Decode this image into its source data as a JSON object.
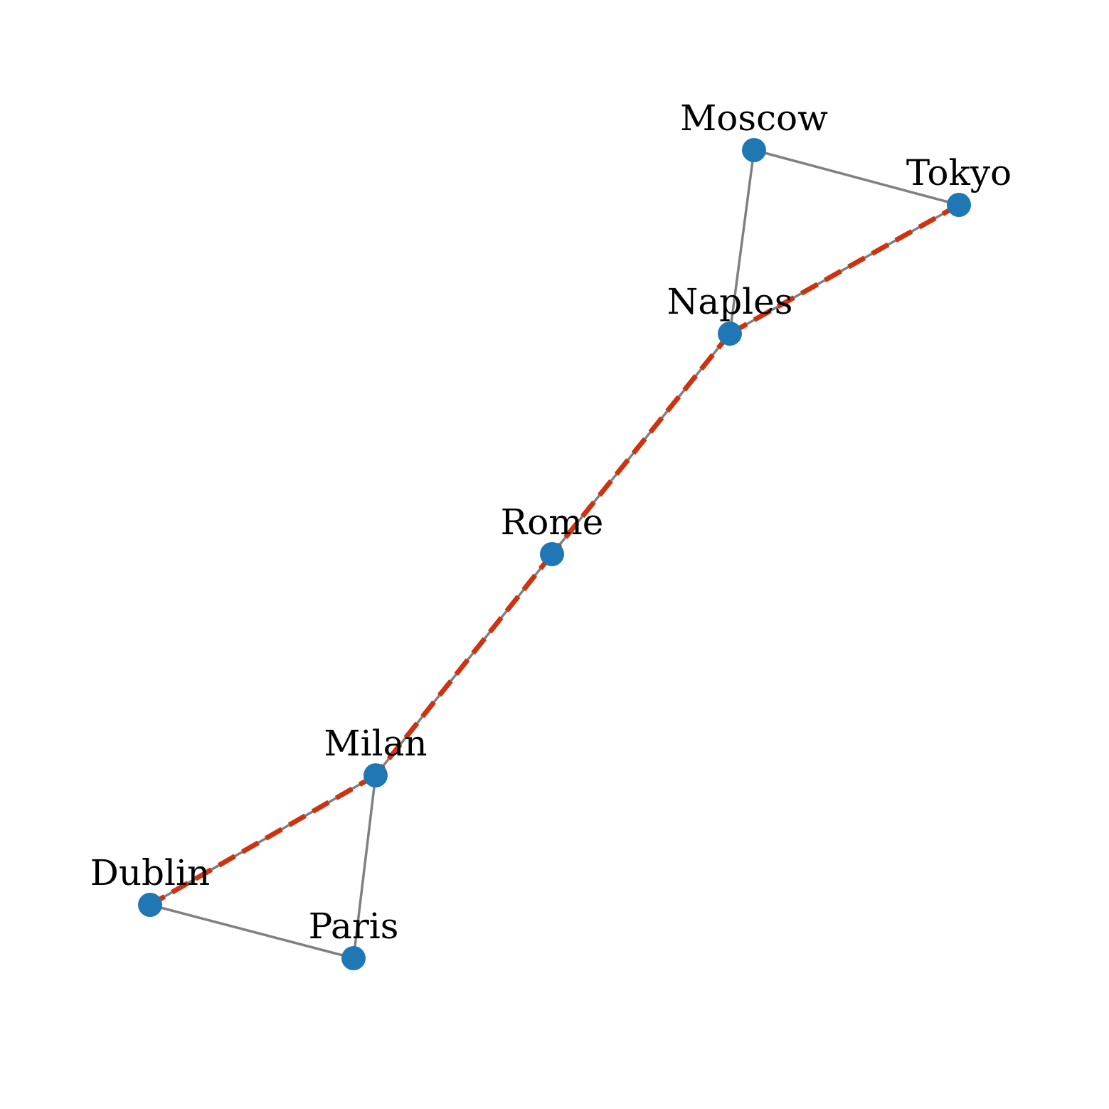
{
  "graph": {
    "nodes": [
      {
        "id": "Moscow",
        "label": "Moscow"
      },
      {
        "id": "Tokyo",
        "label": "Tokyo"
      },
      {
        "id": "Naples",
        "label": "Naples"
      },
      {
        "id": "Rome",
        "label": "Rome"
      },
      {
        "id": "Milan",
        "label": "Milan"
      },
      {
        "id": "Dublin",
        "label": "Dublin"
      },
      {
        "id": "Paris",
        "label": "Paris"
      }
    ],
    "edges": [
      {
        "source": "Moscow",
        "target": "Tokyo"
      },
      {
        "source": "Moscow",
        "target": "Naples"
      },
      {
        "source": "Tokyo",
        "target": "Naples"
      },
      {
        "source": "Naples",
        "target": "Rome"
      },
      {
        "source": "Rome",
        "target": "Milan"
      },
      {
        "source": "Milan",
        "target": "Dublin"
      },
      {
        "source": "Milan",
        "target": "Paris"
      },
      {
        "source": "Dublin",
        "target": "Paris"
      }
    ],
    "highlighted_path": [
      "Tokyo",
      "Naples",
      "Rome",
      "Milan",
      "Dublin"
    ]
  },
  "colors": {
    "node": "#1f77b4",
    "edge": "#808080",
    "highlighted_path": "#cc3311",
    "label": "#000000",
    "background": "#ffffff"
  }
}
